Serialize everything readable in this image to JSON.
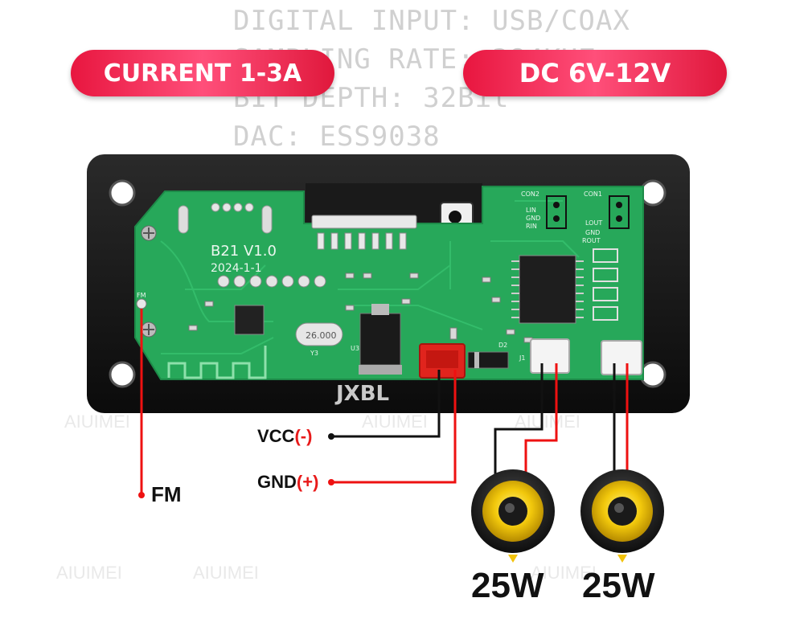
{
  "background_specs": [
    "DIGITAL INPUT: USB/COAX",
    "SAMPLING RATE: 384KHZ",
    "BIT DEPTH: 32Bit",
    "DAC: ESS9038"
  ],
  "badges": {
    "current": "CURRENT 1-3A",
    "voltage": "DC 6V-12V"
  },
  "pcb": {
    "model": "B21 V1.0",
    "date": "2024-1-1",
    "silkscreen": {
      "con2": "CON2",
      "con1": "CON1",
      "lin": "LIN",
      "gnd": "GND",
      "rin": "RIN",
      "lout": "LOUT",
      "gnd2": "GND",
      "rout": "ROUT",
      "fm_pad": "FM",
      "y3": "Y3",
      "u3": "U3",
      "d2": "D2",
      "j1": "J1",
      "crystal": "26.000"
    },
    "colors": {
      "board": "#27a85a",
      "frame": "#121212",
      "connector_red": "#e0241d"
    }
  },
  "labels": {
    "fm": "FM",
    "vcc": "VCC",
    "vcc_sign": "(-)",
    "gnd": "GND",
    "gnd_sign": "(+)"
  },
  "speakers": [
    {
      "power": "25W"
    },
    {
      "power": "25W"
    }
  ],
  "brand_mark": "JXBL",
  "watermarks": [
    "AIUIMEI",
    "AIUIMEI",
    "AIUIMEI",
    "AIUIMEI",
    "AIUIMEI",
    "AIUIMEI"
  ]
}
